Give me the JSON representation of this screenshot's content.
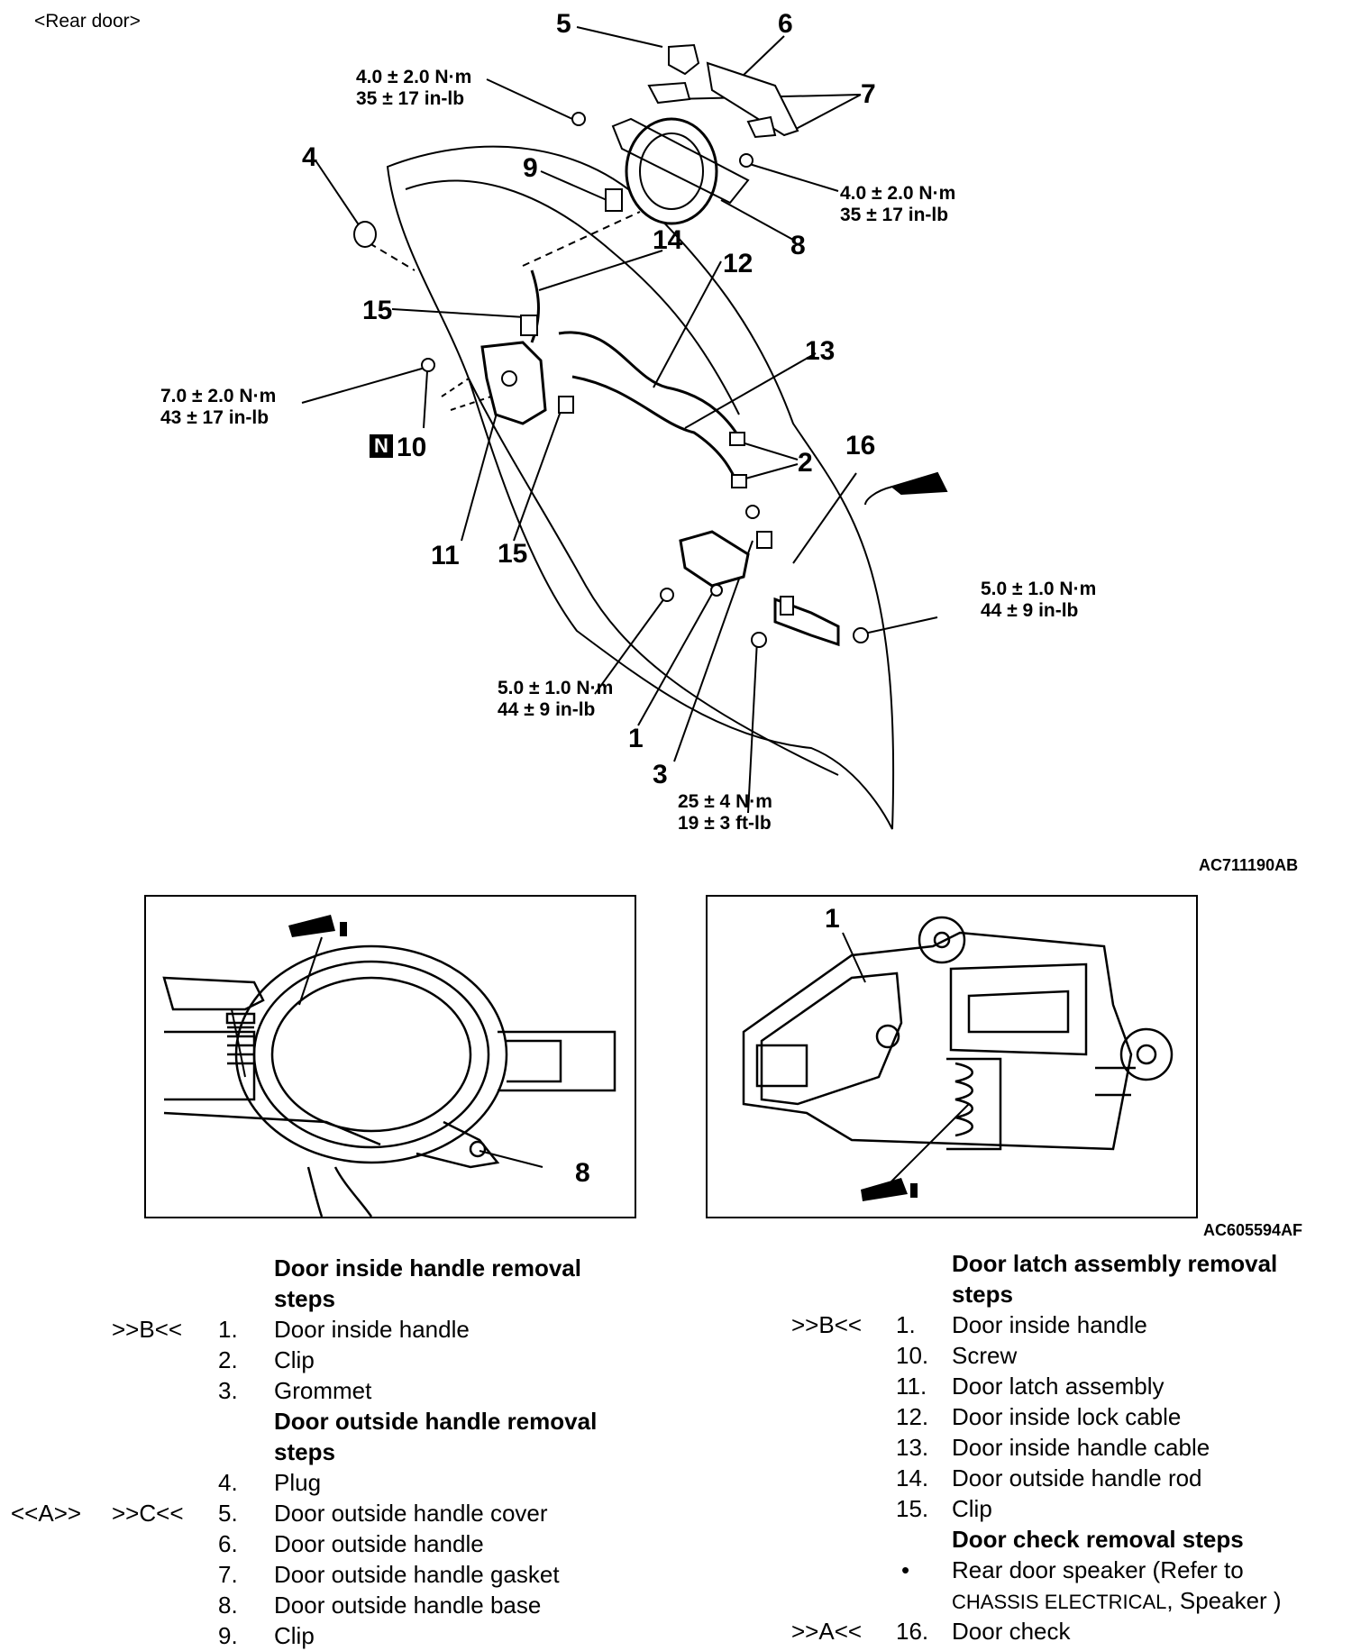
{
  "section_label": "<Rear door>",
  "main_diagram": {
    "callouts": [
      "1",
      "2",
      "3",
      "4",
      "5",
      "6",
      "7",
      "8",
      "9",
      "10",
      "11",
      "12",
      "13",
      "14",
      "15",
      "16"
    ],
    "torques": {
      "t_top_left": [
        "4.0 ± 2.0 N·m",
        "35 ± 17 in-lb"
      ],
      "t_top_right": [
        "4.0 ± 2.0 N·m",
        "35 ± 17 in-lb"
      ],
      "t_latch": [
        "7.0 ± 2.0 N·m",
        "43 ± 17 in-lb"
      ],
      "t_handle": [
        "5.0 ± 1.0 N·m",
        "44 ± 9 in-lb"
      ],
      "t_check_right": [
        "5.0 ± 1.0 N·m",
        "44 ± 9 in-lb"
      ],
      "t_check_bottom": [
        "25 ± 4 N·m",
        "19 ± 3 ft-lb"
      ]
    },
    "new_part_mark": "N",
    "ref_code": "AC711190AB"
  },
  "detail_left": {
    "callout": "8"
  },
  "detail_right": {
    "callout": "1"
  },
  "detail_ref_code": "AC605594AF",
  "left_steps": {
    "groups": [
      {
        "title_lines": [
          "Door inside handle removal",
          "steps"
        ],
        "items": [
          {
            "mark_a": "",
            "mark_b": ">>B<<",
            "num": "1.",
            "text": "Door inside handle"
          },
          {
            "mark_a": "",
            "mark_b": "",
            "num": "2.",
            "text": "Clip"
          },
          {
            "mark_a": "",
            "mark_b": "",
            "num": "3.",
            "text": "Grommet"
          }
        ]
      },
      {
        "title_lines": [
          "Door outside handle removal",
          "steps"
        ],
        "items": [
          {
            "mark_a": "",
            "mark_b": "",
            "num": "4.",
            "text": "Plug"
          },
          {
            "mark_a": "<<A>>",
            "mark_b": ">>C<<",
            "num": "5.",
            "text": "Door outside handle cover"
          },
          {
            "mark_a": "",
            "mark_b": "",
            "num": "6.",
            "text": "Door outside handle"
          },
          {
            "mark_a": "",
            "mark_b": "",
            "num": "7.",
            "text": "Door outside handle gasket"
          },
          {
            "mark_a": "",
            "mark_b": "",
            "num": "8.",
            "text": "Door outside handle base"
          },
          {
            "mark_a": "",
            "mark_b": "",
            "num": "9.",
            "text": "Clip"
          }
        ]
      }
    ]
  },
  "right_steps": {
    "groups": [
      {
        "title_lines": [
          "Door latch assembly removal",
          "steps"
        ],
        "items": [
          {
            "mark_b": ">>B<<",
            "num": "1.",
            "text": "Door inside handle"
          },
          {
            "mark_b": "",
            "num": "10.",
            "text": "Screw"
          },
          {
            "mark_b": "",
            "num": "11.",
            "text": "Door latch assembly"
          },
          {
            "mark_b": "",
            "num": "12.",
            "text": "Door inside lock cable"
          },
          {
            "mark_b": "",
            "num": "13.",
            "text": "Door inside handle cable"
          },
          {
            "mark_b": "",
            "num": "14.",
            "text": "Door outside handle rod"
          },
          {
            "mark_b": "",
            "num": "15.",
            "text": "Clip"
          }
        ]
      },
      {
        "title_lines": [
          "Door check removal steps"
        ],
        "items": [
          {
            "mark_b": "",
            "num": "•",
            "text": "Rear door speaker (Refer to",
            "text2a": "CHASSIS ELECTRICAL",
            "text2b": ", Speaker )"
          },
          {
            "mark_b": ">>A<<",
            "num": "16.",
            "text": "Door check"
          }
        ]
      }
    ]
  }
}
